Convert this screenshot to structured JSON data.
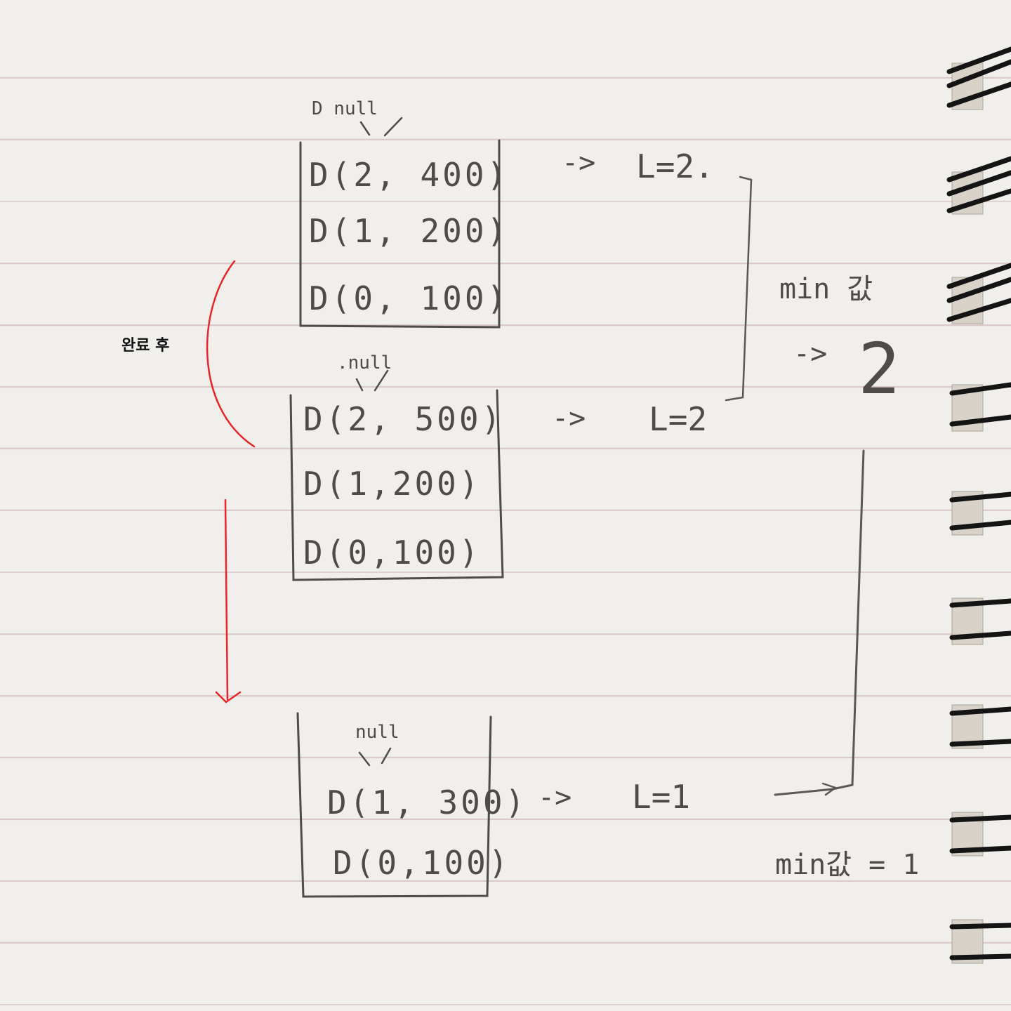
{
  "annotation": {
    "label": "완료 후",
    "color": "#e8262a"
  },
  "ink_color": "#4e4c4a",
  "stacks": [
    {
      "top_marker": "D null",
      "frames": [
        "D(2, 400)",
        "D(1, 200)",
        "D(0, 100)"
      ],
      "result": "L=2."
    },
    {
      "top_marker": ".null",
      "frames": [
        "D(2, 500)",
        "D(1,200)",
        "D(0,100)"
      ],
      "result": "L=2"
    },
    {
      "top_marker": "null",
      "frames": [
        "D(1, 300)",
        "D(0,100)"
      ],
      "result": "L=1"
    }
  ],
  "arrow_symbol": "->",
  "side_notes": {
    "min_label": "min 값",
    "min_arrow": "->",
    "min_value": "2",
    "final": "min값 = 1"
  }
}
